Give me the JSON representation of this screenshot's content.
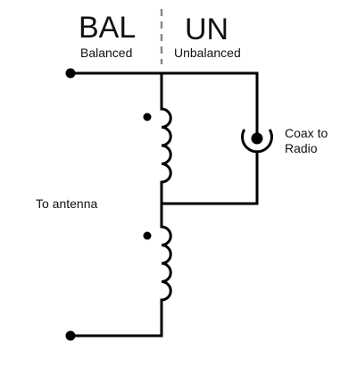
{
  "labels": {
    "bal_title": "BAL",
    "bal_subtitle": "Balanced",
    "un_title": "UN",
    "un_subtitle": "Unbalanced",
    "coax_line1": "Coax to",
    "coax_line2": "Radio",
    "antenna": "To antenna"
  },
  "colors": {
    "wire": "#000000",
    "divider": "#888888",
    "text": "#111111",
    "background": "#ffffff"
  },
  "components": {
    "winding_count": 2,
    "turns_per_winding": 4,
    "terminals": [
      "top-terminal",
      "bottom-terminal"
    ],
    "connector": "coax-connector-icon"
  }
}
